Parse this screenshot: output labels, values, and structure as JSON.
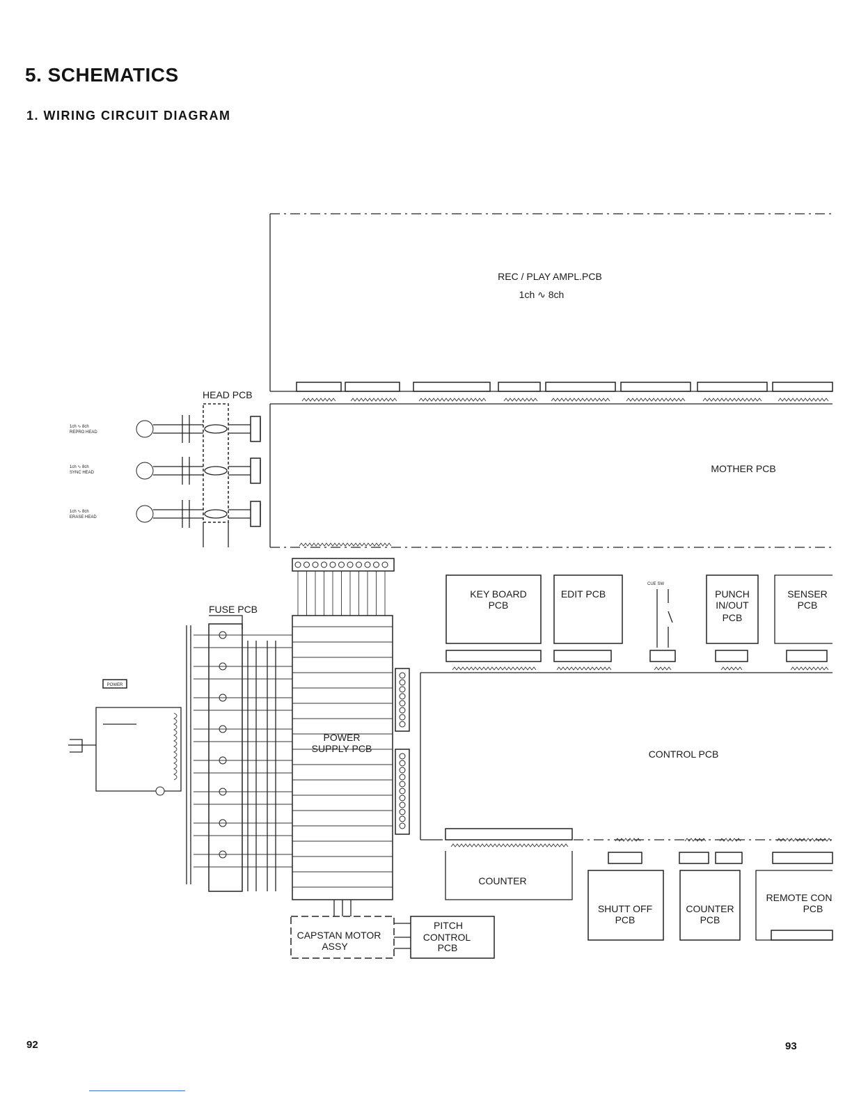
{
  "page": {
    "heading": "5. SCHEMATICS",
    "subheading": "1.  WIRING CIRCUIT DIAGRAM",
    "page_left": "92",
    "page_right": "93"
  },
  "diagram": {
    "rec_play": {
      "title": "REC / PLAY  AMPL.PCB",
      "sub": "1ch ∿ 8ch"
    },
    "head_pcb": "HEAD PCB",
    "mother_pcb": "MOTHER  PCB",
    "heads": [
      {
        "line1": "1ch ∿ 8ch",
        "line2": "REPRO HEAD"
      },
      {
        "line1": "1ch ∿ 8ch",
        "line2": "SYNC HEAD"
      },
      {
        "line1": "1ch ∿ 8ch",
        "line2": "ERASE HEAD"
      }
    ],
    "fuse_pcb": "FUSE  PCB",
    "power_label": "POWER",
    "power_supply": {
      "line1": "POWER",
      "line2": "SUPPLY PCB"
    },
    "key_board": {
      "line1": "KEY  BOARD",
      "line2": "PCB"
    },
    "edit_pcb": "EDIT PCB",
    "cue_sw": "CUE SW",
    "punch": {
      "line1": "PUNCH",
      "line2": "IN/OUT",
      "line3": "PCB"
    },
    "senser": {
      "line1": "SENSER",
      "line2": "PCB"
    },
    "control_pcb": "CONTROL PCB",
    "counter": "COUNTER",
    "shutt_off": {
      "line1": "SHUTT OFF",
      "line2": "PCB"
    },
    "counter_pcb": {
      "line1": "COUNTER",
      "line2": "PCB"
    },
    "remote": {
      "line1": "REMOTE  CON",
      "line2": "PCB"
    },
    "capstan": {
      "line1": "CAPSTAN MOTOR",
      "line2": "ASSY"
    },
    "pitch": {
      "line1": "PITCH",
      "line2": "CONTROL",
      "line3": "PCB"
    }
  }
}
